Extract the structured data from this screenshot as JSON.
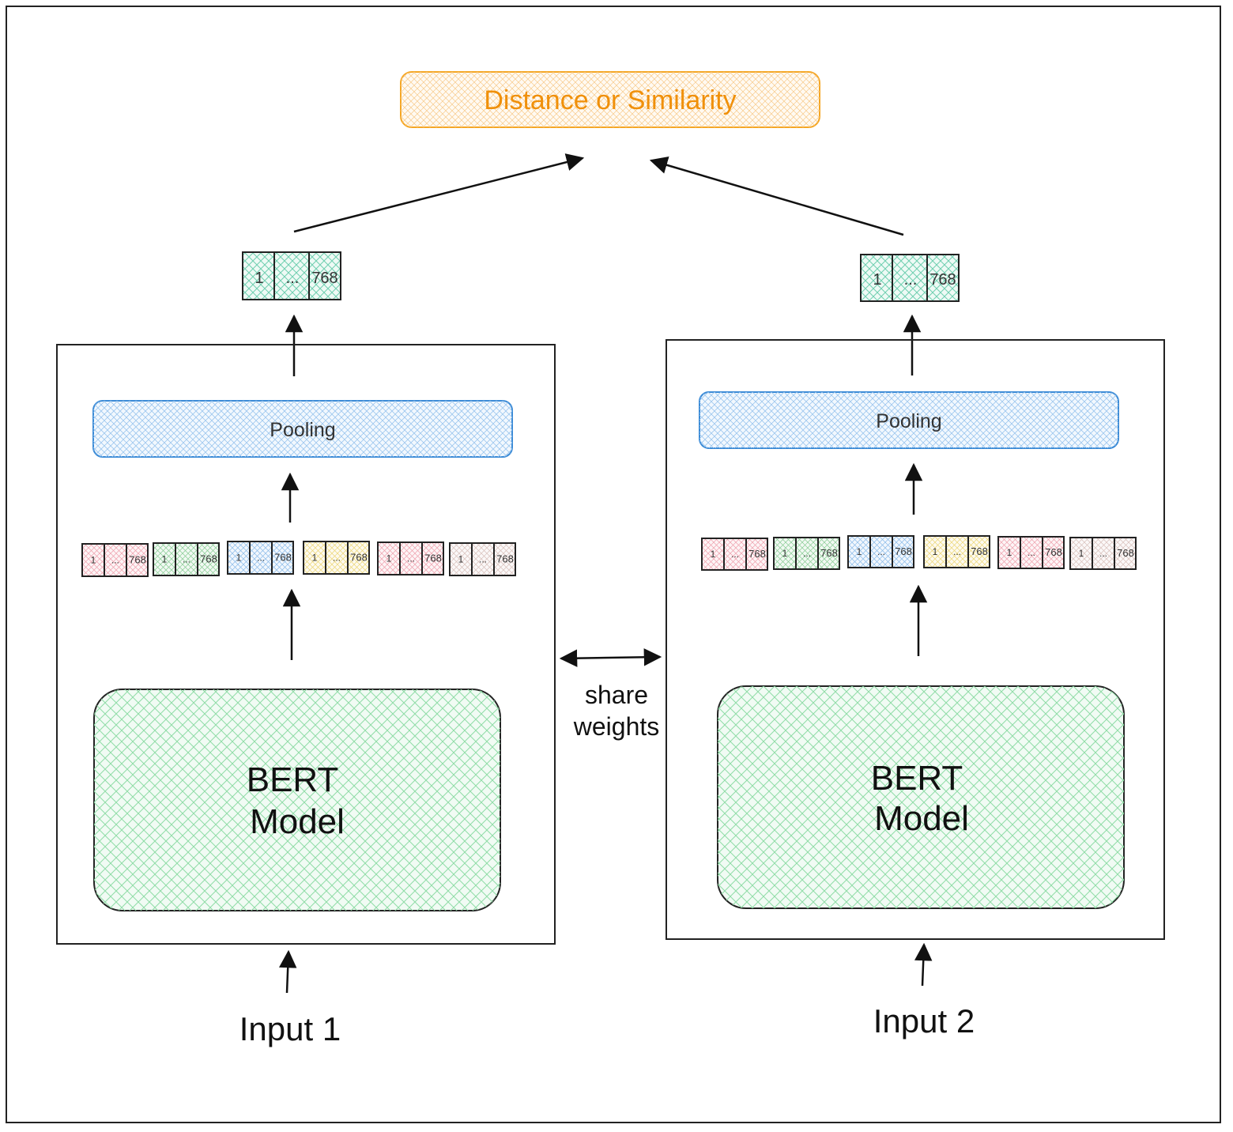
{
  "result": {
    "label": "Distance or Similarity"
  },
  "share": {
    "line1": "share",
    "line2": "weights"
  },
  "left": {
    "input_label": "Input 1",
    "model_line1": "BERT",
    "model_line2": "Model",
    "pooling_label": "Pooling",
    "output_vector": [
      "1",
      "...",
      "768"
    ],
    "token_vectors": [
      {
        "color": "#e87a8c",
        "cells": [
          "1",
          "...",
          "768"
        ]
      },
      {
        "color": "#58b86a",
        "cells": [
          "1",
          "...",
          "768"
        ]
      },
      {
        "color": "#5b9fe0",
        "cells": [
          "1",
          "...",
          "768"
        ]
      },
      {
        "color": "#e6c53a",
        "cells": [
          "1",
          "...",
          "768"
        ]
      },
      {
        "color": "#e87a8c",
        "cells": [
          "1",
          "...",
          "768"
        ]
      },
      {
        "color": "#c9a7a0",
        "cells": [
          "1",
          "...",
          "768"
        ]
      }
    ]
  },
  "right": {
    "input_label": "Input 2",
    "model_line1": "BERT",
    "model_line2": "Model",
    "pooling_label": "Pooling",
    "output_vector": [
      "1",
      "...",
      "768"
    ],
    "token_vectors": [
      {
        "color": "#e87a8c",
        "cells": [
          "1",
          "...",
          "768"
        ]
      },
      {
        "color": "#58b86a",
        "cells": [
          "1",
          "...",
          "768"
        ]
      },
      {
        "color": "#5b9fe0",
        "cells": [
          "1",
          "...",
          "768"
        ]
      },
      {
        "color": "#e6c53a",
        "cells": [
          "1",
          "...",
          "768"
        ]
      },
      {
        "color": "#e87a8c",
        "cells": [
          "1",
          "...",
          "768"
        ]
      },
      {
        "color": "#c9a7a0",
        "cells": [
          "1",
          "...",
          "768"
        ]
      }
    ]
  },
  "colors": {
    "result_stroke": "#f5a623",
    "result_text": "#f0900a",
    "pooling_stroke": "#3a8ad6",
    "pooling_hatch": "#9cc6ee",
    "model_hatch": "#8fdca6",
    "output_hatch": "#6fcfb0"
  }
}
